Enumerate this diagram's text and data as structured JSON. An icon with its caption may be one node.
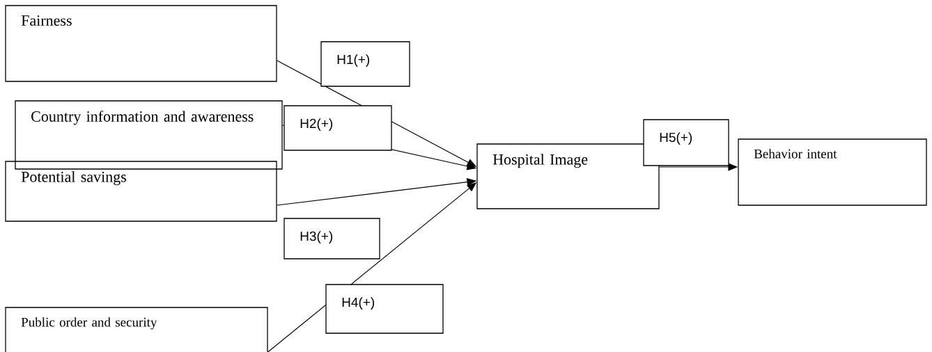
{
  "diagram": {
    "nodes": [
      {
        "text": [
          "Fairness"
        ]
      },
      {
        "text": [
          "Country information and awareness"
        ]
      },
      {
        "text": [
          "Potential savings"
        ]
      },
      {
        "text": [
          "Public order and security"
        ]
      },
      {
        "text": [
          "Hospital Image"
        ]
      },
      {
        "text": [
          "Behavior intent"
        ]
      }
    ],
    "edges": [
      {
        "from": 0,
        "to": 4,
        "arrow": "to",
        "label": "H1(+)"
      },
      {
        "from": 1,
        "to": 4,
        "arrow": "to",
        "label": "H2(+)"
      },
      {
        "from": 2,
        "to": 4,
        "arrow": "to",
        "label": "H3(+)"
      },
      {
        "from": 3,
        "to": 4,
        "arrow": "to",
        "label": "H4(+)"
      },
      {
        "from": 4,
        "to": 5,
        "arrow": "to",
        "label": "H5(+)"
      }
    ]
  }
}
